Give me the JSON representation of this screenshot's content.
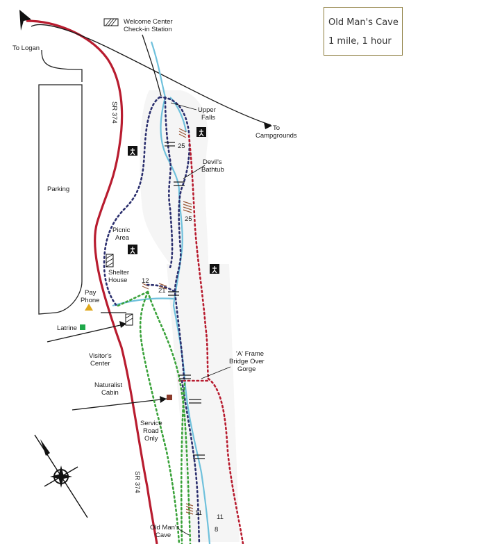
{
  "info_box": {
    "title": "Old Man's Cave",
    "details": "1 mile, 1 hour"
  },
  "labels": {
    "welcome_center": [
      "Welcome Center",
      "Check-in Station"
    ],
    "to_logan": "To Logan",
    "upper_falls": [
      "Upper",
      "Falls"
    ],
    "to_campgrounds": [
      "To",
      "Campgrounds"
    ],
    "devils_bathtub": [
      "Devil's",
      "Bathtub"
    ],
    "parking": "Parking",
    "road_north": "SR 374",
    "road_south": "SR 374",
    "picnic_area": [
      "Picnic",
      "Area"
    ],
    "shelter_house": [
      "Shelter",
      "House"
    ],
    "pay_phone": [
      "Pay",
      "Phone"
    ],
    "latrine": "Latrine",
    "visitors_center": [
      "Visitor's",
      "Center"
    ],
    "a_frame_bridge": [
      "'A' Frame",
      "Bridge Over",
      "Gorge"
    ],
    "naturalist_cabin": [
      "Naturalist",
      "Cabin"
    ],
    "service_road": [
      "Service",
      "Road",
      "Only"
    ],
    "old_mans_cave": [
      "Old Man's",
      "Cave"
    ],
    "stair_counts": [
      "25",
      "25",
      "12",
      "21",
      "11",
      "11",
      "8"
    ]
  },
  "colors": {
    "road": "#b81c2f",
    "creek": "#6fc1dc",
    "trail_blue": "#2b2f6e",
    "trail_red": "#b81c2f",
    "trail_green": "#3aa23a",
    "latrine": "#1ea84a",
    "phone": "#e0a81c",
    "cabin": "#8b3a2a"
  },
  "icons": [
    "north-arrow-icon",
    "hiker-icon",
    "latrine-icon",
    "pay-phone-icon",
    "shelter-icon",
    "compass-rose-icon"
  ]
}
